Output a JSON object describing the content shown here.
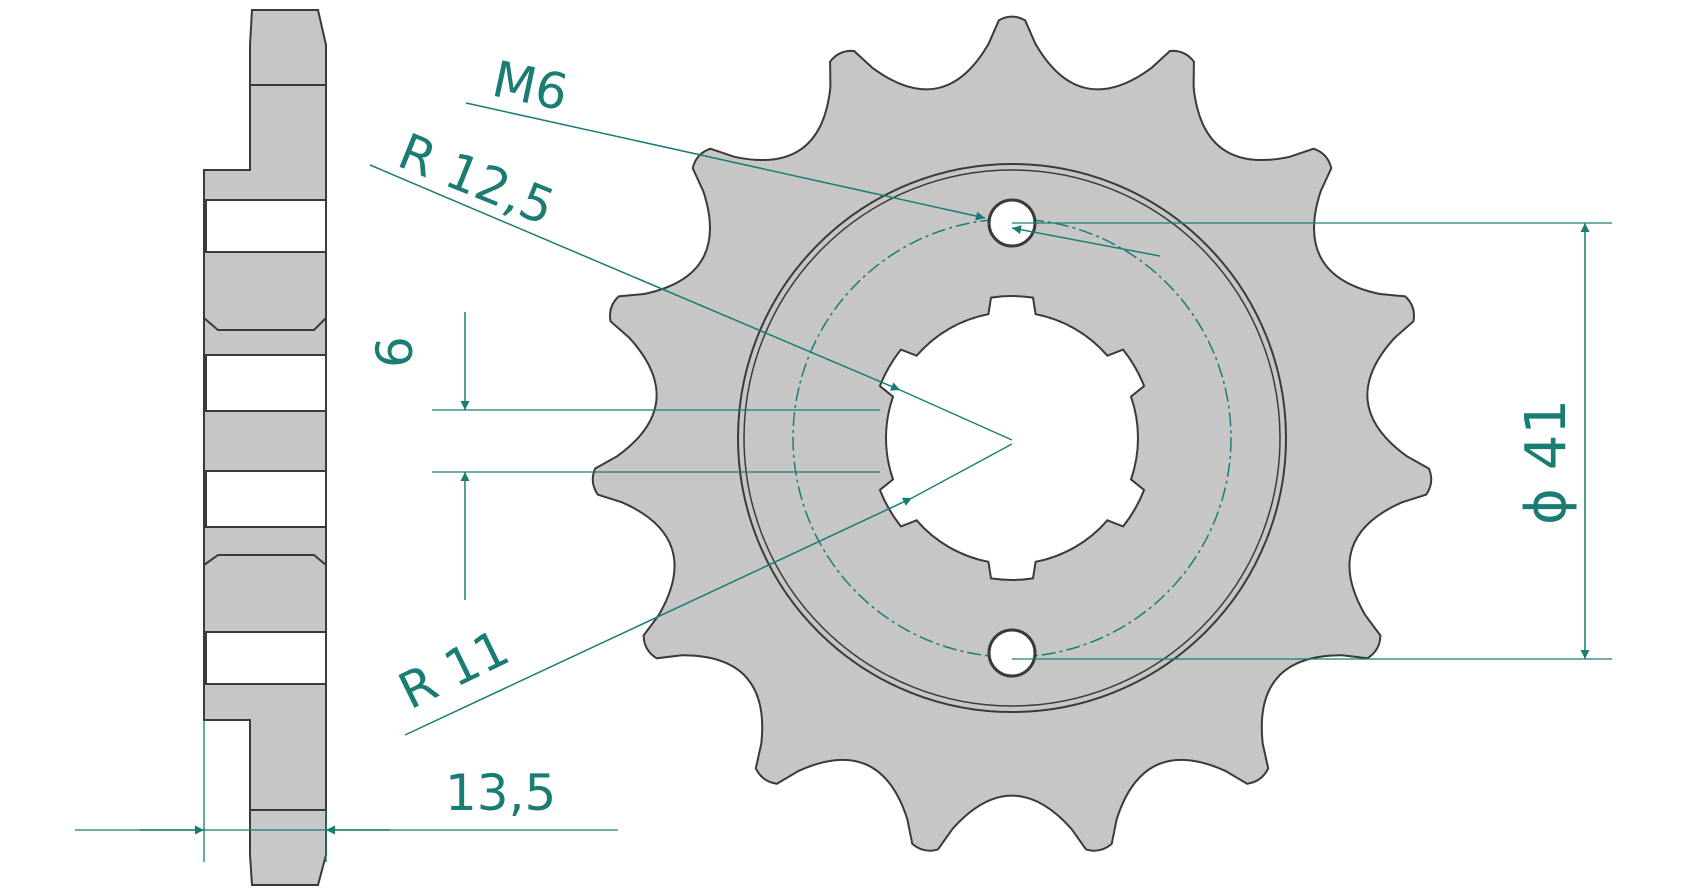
{
  "colors": {
    "part_fill": "#c6c6c6",
    "part_outline": "#3a3a3a",
    "dimension": "#1a7d73",
    "background": "#ffffff"
  },
  "labels": {
    "thread": "M6",
    "outer_radius": "R 12,5",
    "inner_radius": "R 11",
    "spline_width": "6",
    "bolt_circle": "ϕ 41",
    "width": "13,5"
  },
  "sprocket": {
    "teeth": 15
  }
}
